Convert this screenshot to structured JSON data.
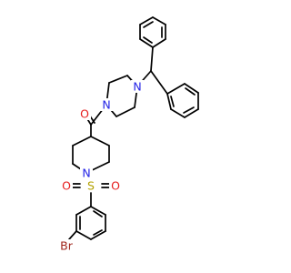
{
  "atoms": [
    {
      "id": "N1",
      "label": "N",
      "color": "#2323e6"
    },
    {
      "id": "N2",
      "label": "N",
      "color": "#2323e6"
    },
    {
      "id": "O1",
      "label": "O",
      "color": "#e61e1e"
    },
    {
      "id": "N3",
      "label": "N",
      "color": "#2323e6"
    },
    {
      "id": "S1",
      "label": "S",
      "color": "#b3a100"
    },
    {
      "id": "O2",
      "label": "O",
      "color": "#e61e1e"
    },
    {
      "id": "O3",
      "label": "O",
      "color": "#e61e1e"
    },
    {
      "id": "Br1",
      "label": "Br",
      "color": "#a0281e"
    }
  ],
  "bond_color": "#000000"
}
